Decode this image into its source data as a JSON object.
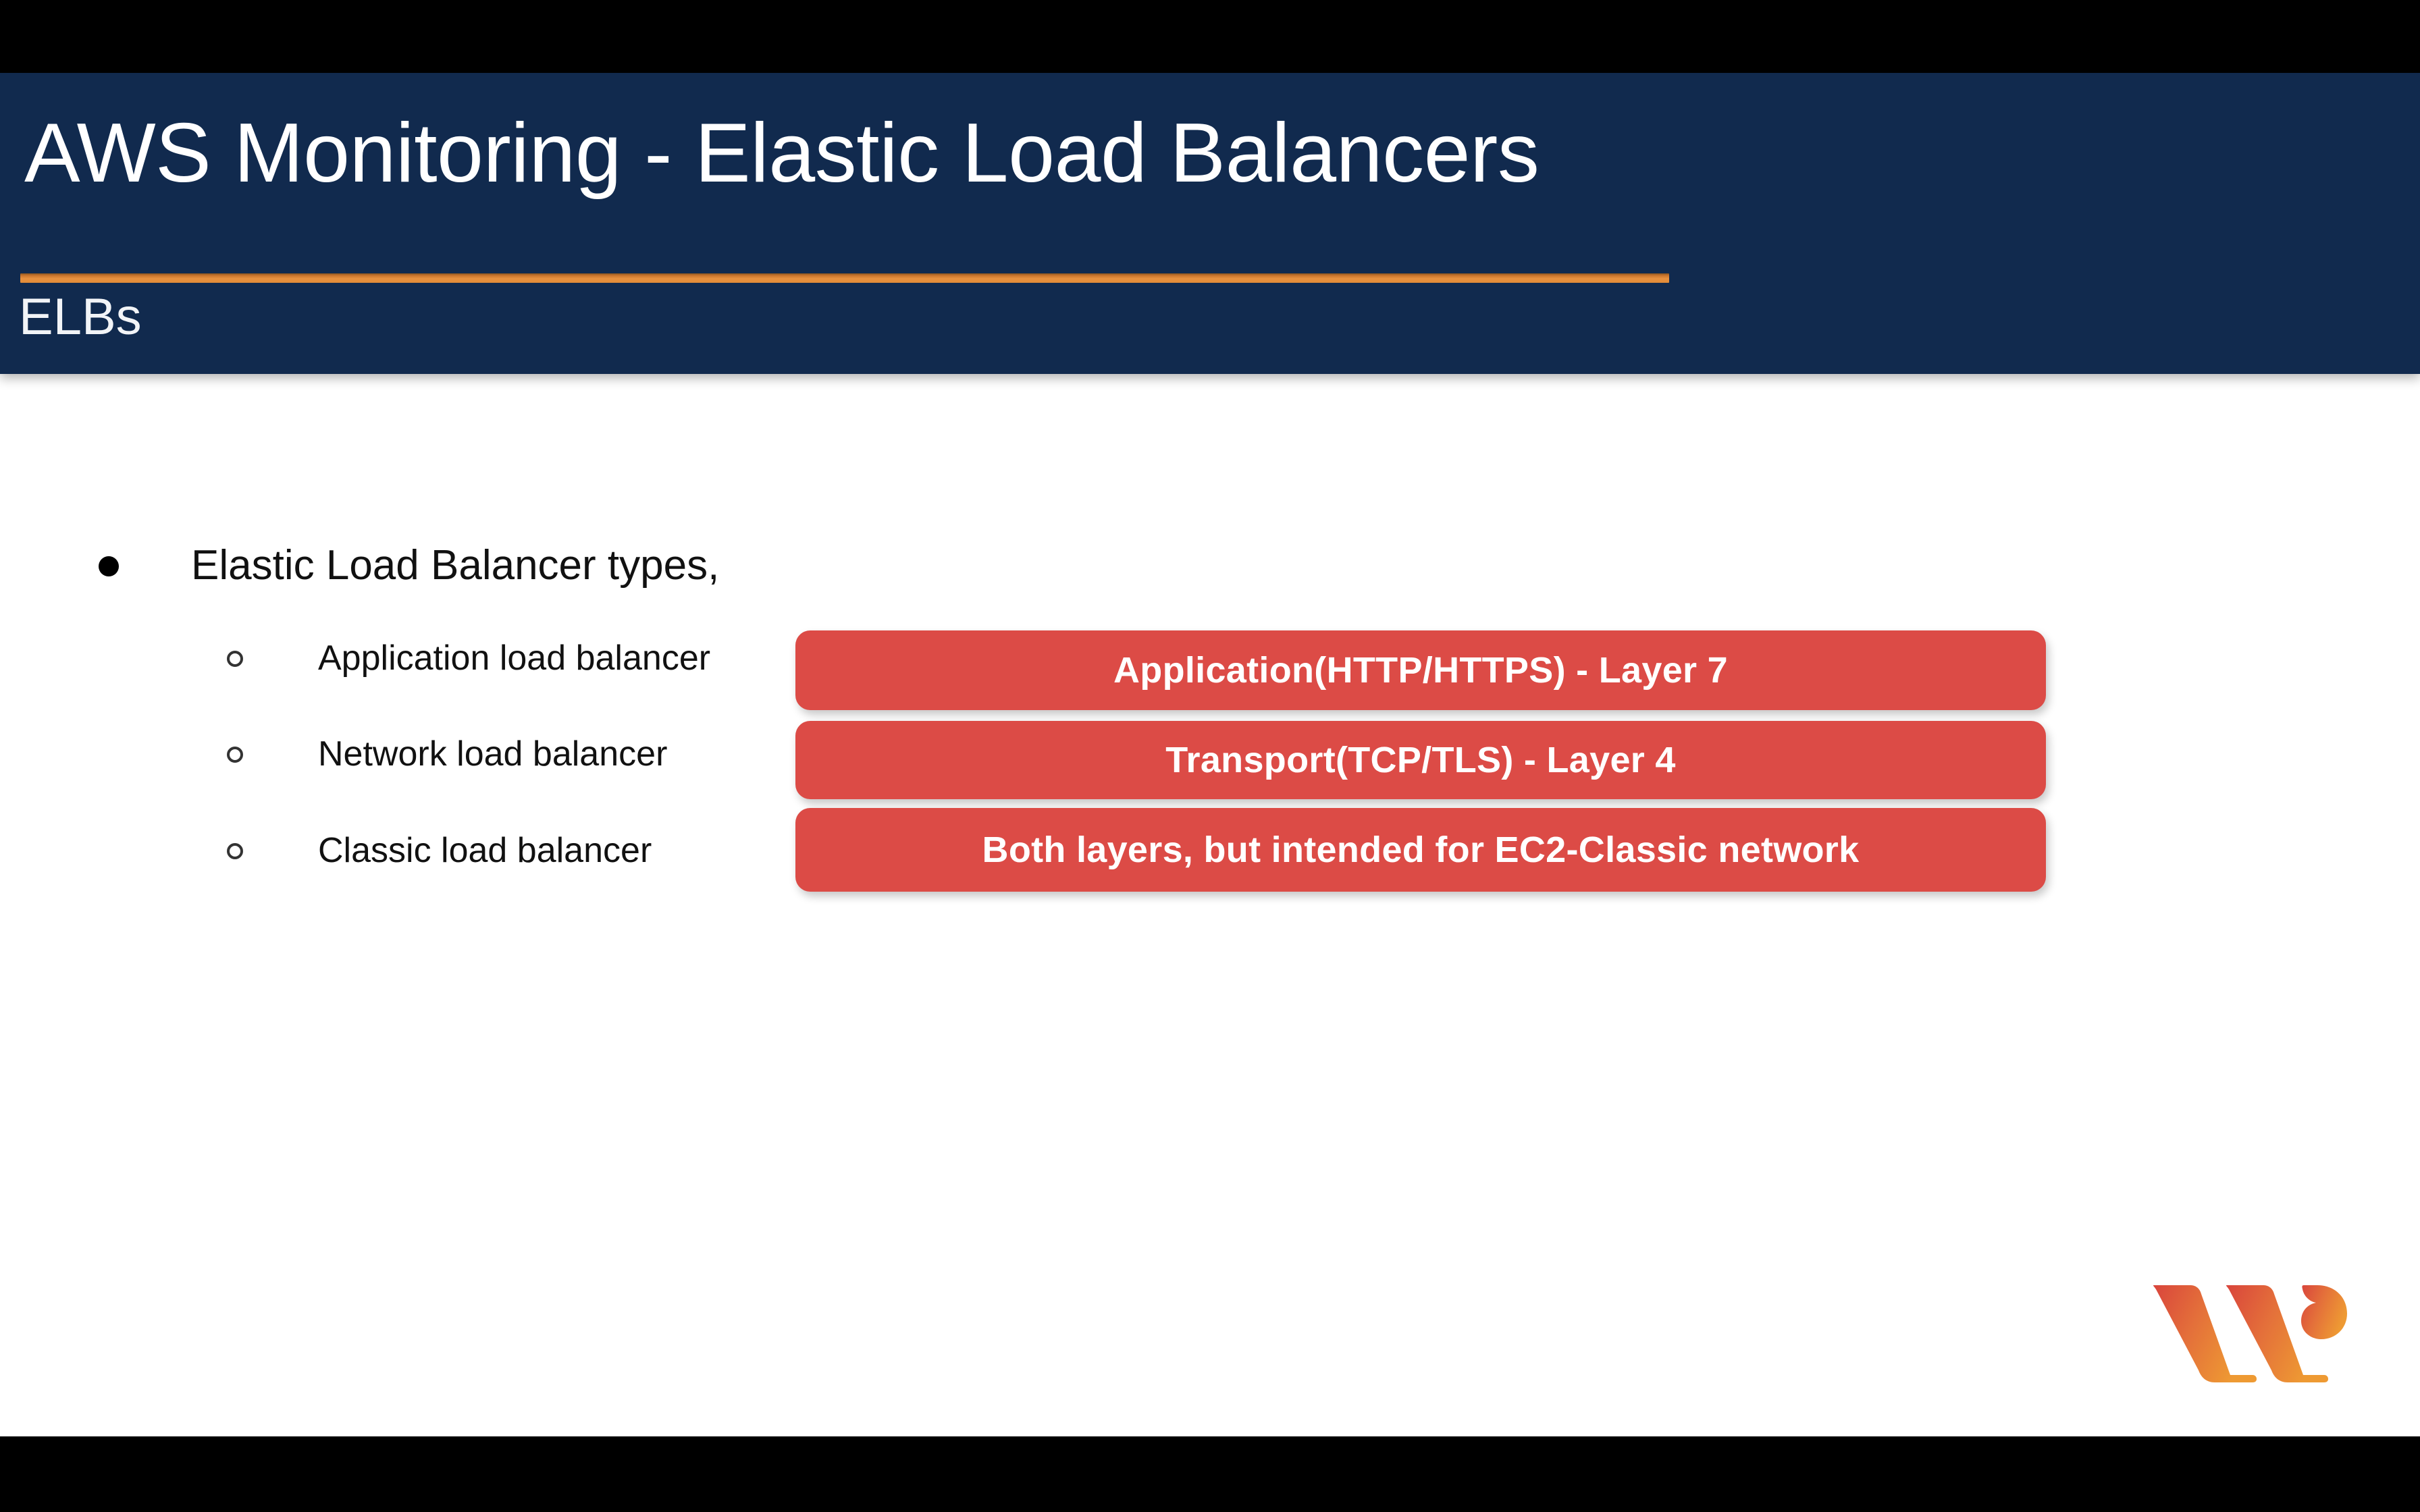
{
  "slide": {
    "title": "AWS Monitoring - Elastic Load Balancers",
    "subtitle": "ELBs",
    "header_bg": "#112A4E",
    "rule_color": "#E08B38",
    "body_bg": "#FFFFFF"
  },
  "content": {
    "bullet": {
      "marker": "disc-bullet-icon",
      "text": "Elastic Load Balancer types,"
    },
    "sub_items": [
      {
        "marker": "circle-bullet-icon",
        "text": "Application load balancer"
      },
      {
        "marker": "circle-bullet-icon",
        "text": "Network load balancer"
      },
      {
        "marker": "circle-bullet-icon",
        "text": "Classic load balancer"
      }
    ],
    "callouts": [
      {
        "text": "Application(HTTP/HTTPS) - Layer 7",
        "color": "#DC4B46"
      },
      {
        "text": "Transport(TCP/TLS) - Layer 4",
        "color": "#DC4B46"
      },
      {
        "text": "Both layers, but intended for EC2-Classic network",
        "color": "#DC4B46"
      }
    ]
  },
  "branding": {
    "logo_name": "whizlabs-w-logo",
    "gradient_start": "#D9453C",
    "gradient_end": "#EE9A33"
  }
}
